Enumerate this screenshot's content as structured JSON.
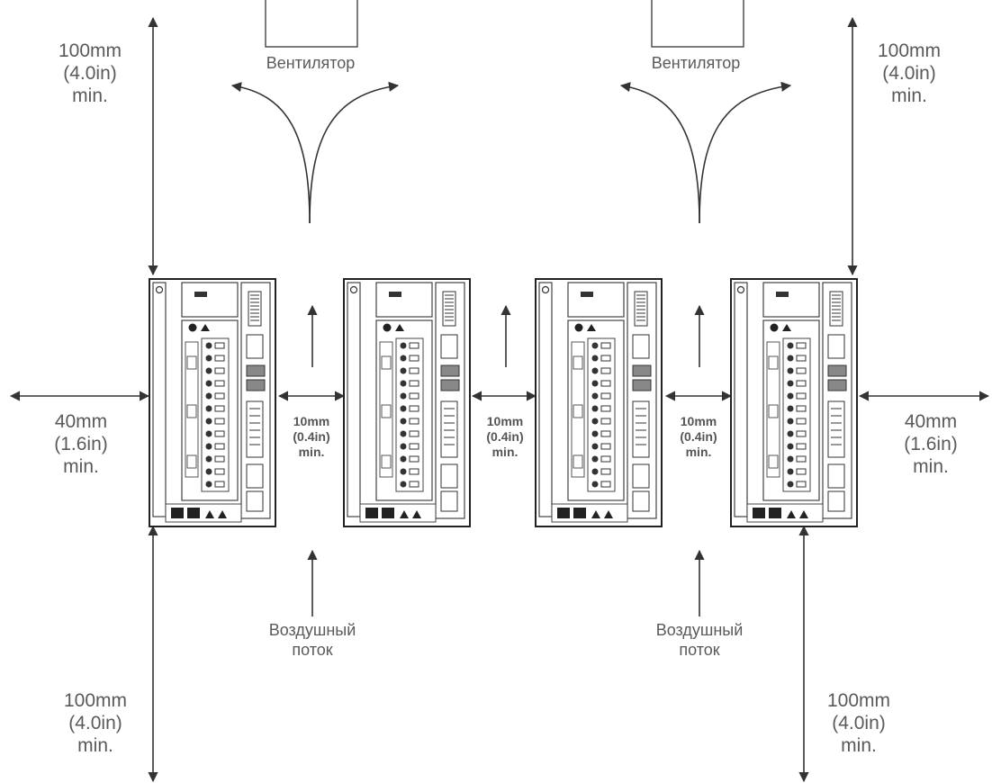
{
  "fan_label": "Вентилятор",
  "airflow_label": "Воздушный\nпоток",
  "clearances": {
    "top": [
      "100mm",
      "(4.0in)",
      "min."
    ],
    "bottom": [
      "100mm",
      "(4.0in)",
      "min."
    ],
    "side": [
      "40mm",
      "(1.6in)",
      "min."
    ],
    "between": [
      "10mm",
      "(0.4in)",
      "min."
    ]
  },
  "drive_count": 4,
  "colors": {
    "line": "#333333",
    "text": "#5a5a5a",
    "device_fill": "#ffffff"
  }
}
